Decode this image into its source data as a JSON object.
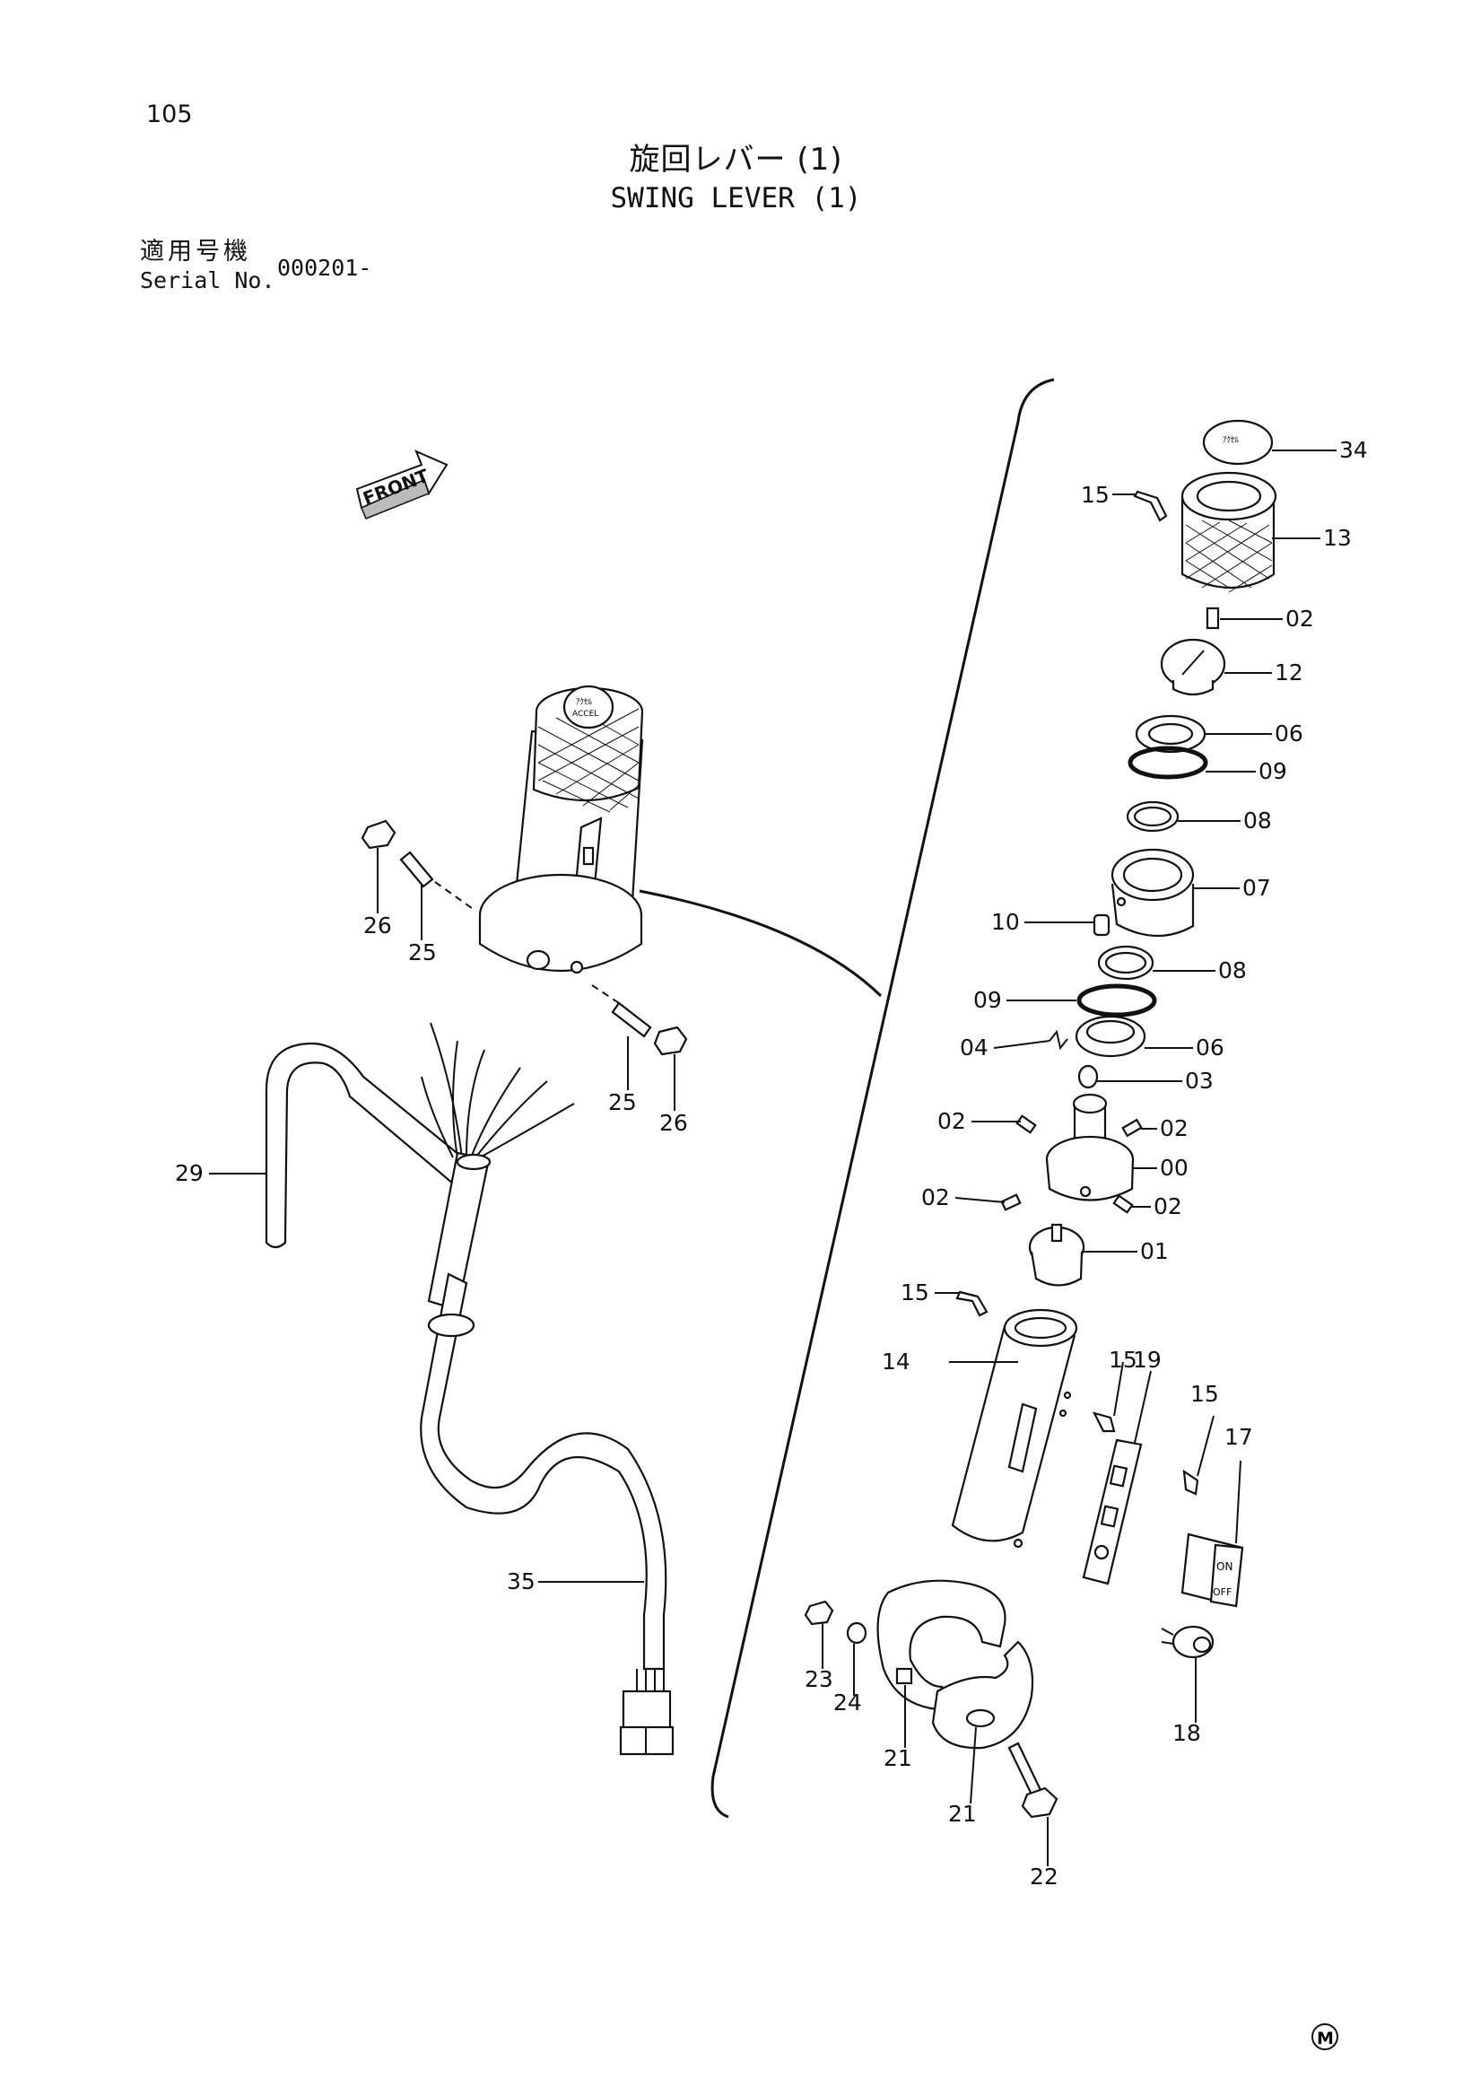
{
  "page": {
    "number": "105",
    "title_jp": "旋回レバー (1)",
    "title_en": "SWING LEVER (1)",
    "serial_label_jp": "適用号機",
    "serial_label_en": "Serial No.",
    "serial_value": "000201-"
  },
  "front_marker": "FRONT",
  "mfr_mark": "M",
  "knob_label": {
    "line1": "ｱｸｾﾙ",
    "line2": "ACCEL"
  },
  "parts": {
    "p34": "34",
    "p15a": "15",
    "p13": "13",
    "p02a": "02",
    "p12": "12",
    "p06a": "06",
    "p09a": "09",
    "p08a": "08",
    "p07": "07",
    "p10": "10",
    "p08b": "08",
    "p09b": "09",
    "p06b": "06",
    "p04": "04",
    "p03": "03",
    "p02b": "02",
    "p02c": "02",
    "p00": "00",
    "p02d": "02",
    "p02e": "02",
    "p01": "01",
    "p15b": "15",
    "p14": "14",
    "p15c": "15",
    "p19": "19",
    "p15d": "15",
    "p17": "17",
    "p18": "18",
    "p23": "23",
    "p24": "24",
    "p21a": "21",
    "p21b": "21",
    "p22": "22",
    "p26a": "26",
    "p25a": "25",
    "p25b": "25",
    "p26b": "26",
    "p29": "29",
    "p35": "35"
  },
  "switch_text": {
    "on": "ON",
    "off": "OFF"
  }
}
